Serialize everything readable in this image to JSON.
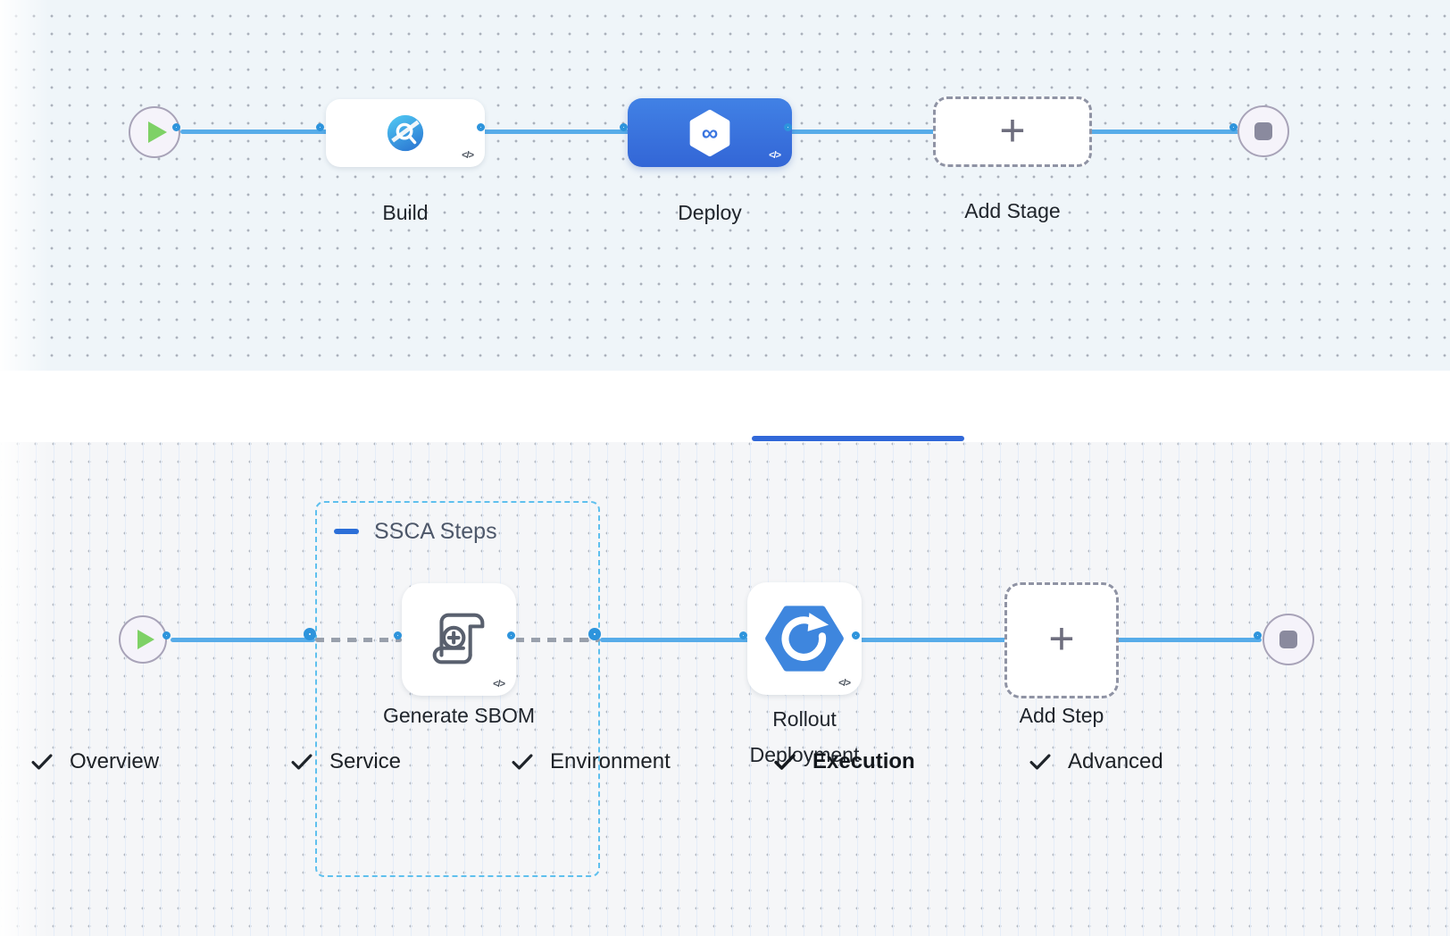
{
  "stage_canvas": {
    "code_badge": "</>",
    "nodes": [
      {
        "label": "Build",
        "type": "ci-stage",
        "selected": false
      },
      {
        "label": "Deploy",
        "type": "cd-stage",
        "selected": true
      },
      {
        "label": "Add Stage",
        "type": "add-stage",
        "selected": false
      }
    ]
  },
  "tab_bar": {
    "items": [
      {
        "label": "Overview",
        "checked": true,
        "active": false
      },
      {
        "label": "Service",
        "checked": true,
        "active": false
      },
      {
        "label": "Environment",
        "checked": true,
        "active": false
      },
      {
        "label": "Execution",
        "checked": true,
        "active": true
      },
      {
        "label": "Advanced",
        "checked": true,
        "active": false
      }
    ]
  },
  "execution_canvas": {
    "group_label": "SSCA Steps",
    "code_badge": "</>",
    "steps": [
      {
        "label": "Generate SBOM",
        "type": "sbom-step"
      },
      {
        "label": "Rollout Deployment",
        "type": "rollout-step"
      },
      {
        "label": "Add Step",
        "type": "add-step"
      }
    ]
  },
  "colors": {
    "connector_blue": "#57ace9",
    "port_blue": "#2d94dc",
    "selected_stage_blue": "#3a74dd",
    "group_border_blue": "#5fc0ee",
    "active_tab_underline": "#3168d8",
    "canvas_top_bg": "#eff5f9",
    "canvas_bottom_bg": "#f5f6f8"
  }
}
